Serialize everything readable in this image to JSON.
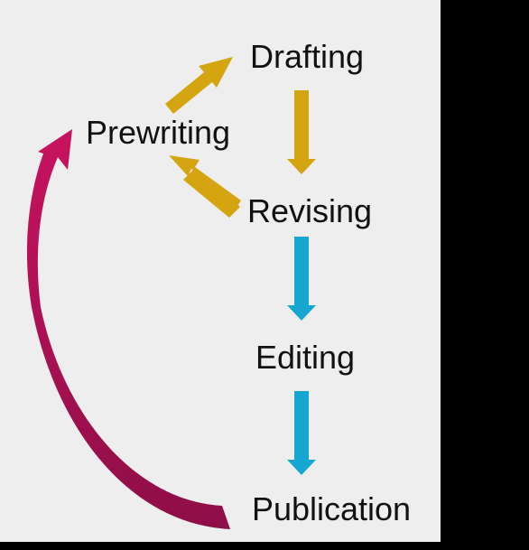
{
  "diagram": {
    "stages": {
      "prewriting": "Prewriting",
      "drafting": "Drafting",
      "revising": "Revising",
      "editing": "Editing",
      "publication": "Publication"
    },
    "colors": {
      "background": "#eeeeee",
      "gold_arrow": "#d4a510",
      "blue_arrow": "#15a6d2",
      "magenta_arrow": "#c8135f",
      "magenta_arrow_dark": "#8e0e47",
      "outer_frame": "#000000"
    }
  }
}
